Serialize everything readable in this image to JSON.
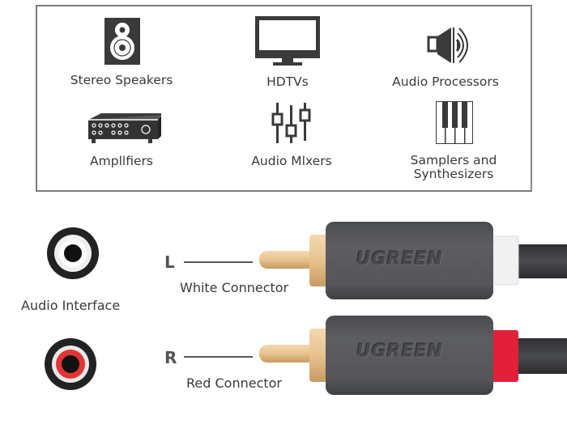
{
  "devices": [
    {
      "label": "Stereo Speakers",
      "icon": "speaker-icon"
    },
    {
      "label": "HDTVs",
      "icon": "tv-icon"
    },
    {
      "label": "Audio Processors",
      "icon": "audio-processor-icon"
    },
    {
      "label": "Ampllfiers",
      "icon": "amplifier-icon"
    },
    {
      "label": "Audio Mlxers",
      "icon": "mixer-icon"
    },
    {
      "label": "Samplers and\nSynthesizers",
      "icon": "piano-keys-icon"
    }
  ],
  "interface": {
    "label": "Audio Interface"
  },
  "connectors": [
    {
      "channel": "L",
      "label": "White Connector",
      "brand": "UGREEN",
      "collar_color": "#f1f1f1",
      "jack_ring_color": "#f0f0f0"
    },
    {
      "channel": "R",
      "label": "Red Connector",
      "brand": "UGREEN",
      "collar_color": "#e2203a",
      "jack_ring_color": "#e23535"
    }
  ],
  "colors": {
    "icon": "#3a3a3a",
    "plug_body": "#545558",
    "gold": "#e8c28f",
    "cable": "#3d3e41"
  }
}
